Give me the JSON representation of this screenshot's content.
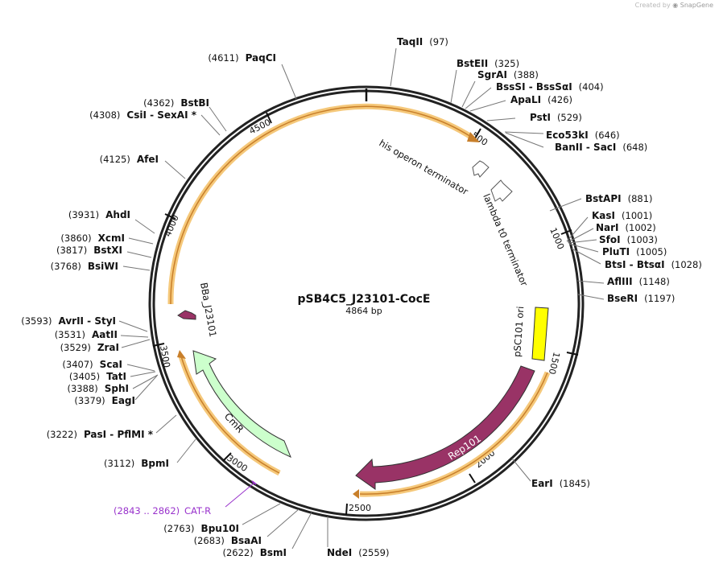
{
  "credit": {
    "prefix": "Created by",
    "brand": "SnapGene"
  },
  "plasmid": {
    "name": "pSB4C5_J23101-CocE",
    "length_label": "4864 bp",
    "length": 4864
  },
  "ticks": [
    "500",
    "1000",
    "1500",
    "2000",
    "2500",
    "3000",
    "3500",
    "4000",
    "4500"
  ],
  "features": [
    {
      "id": "his-operon-terminator",
      "label": "his operon terminator",
      "color": "#ffffff"
    },
    {
      "id": "lambda-t0-terminator",
      "label": "lambda t0 terminator",
      "color": "#ffffff"
    },
    {
      "id": "psc101-ori",
      "label": "pSC101 ori",
      "color": "#ffff00"
    },
    {
      "id": "rep101",
      "label": "Rep101",
      "color": "#993366"
    },
    {
      "id": "cmr",
      "label": "CmR",
      "color": "#ccffcc"
    },
    {
      "id": "bba-j23101",
      "label": "BBa_J23101",
      "color": "#993366"
    }
  ],
  "primer": {
    "name": "CAT-R",
    "pos": "(2843 .. 2862)",
    "color": "#9933cc"
  },
  "sites": [
    {
      "name": "TaqII",
      "pos": "(97)"
    },
    {
      "name": "BstEII",
      "pos": "(325)"
    },
    {
      "name": "SgrAI",
      "pos": "(388)"
    },
    {
      "name": "BssSI - BssSαI",
      "pos": "(404)"
    },
    {
      "name": "ApaLI",
      "pos": "(426)"
    },
    {
      "name": "PstI",
      "pos": "(529)"
    },
    {
      "name": "Eco53kI",
      "pos": "(646)"
    },
    {
      "name": "BanII - SacI",
      "pos": "(648)"
    },
    {
      "name": "BstAPI",
      "pos": "(881)"
    },
    {
      "name": "KasI",
      "pos": "(1001)"
    },
    {
      "name": "NarI",
      "pos": "(1002)"
    },
    {
      "name": "SfoI",
      "pos": "(1003)"
    },
    {
      "name": "PluTI",
      "pos": "(1005)"
    },
    {
      "name": "BtsI - BtsαI",
      "pos": "(1028)"
    },
    {
      "name": "AflIII",
      "pos": "(1148)"
    },
    {
      "name": "BseRI",
      "pos": "(1197)"
    },
    {
      "name": "EarI",
      "pos": "(1845)"
    },
    {
      "name": "NdeI",
      "pos": "(2559)"
    },
    {
      "name": "BsmI",
      "pos": "(2622)"
    },
    {
      "name": "BsaAI",
      "pos": "(2683)"
    },
    {
      "name": "Bpu10I",
      "pos": "(2763)"
    },
    {
      "name": "BpmI",
      "pos": "(3112)"
    },
    {
      "name": "PasI - PflMI *",
      "pos": "(3222)"
    },
    {
      "name": "EagI",
      "pos": "(3379)"
    },
    {
      "name": "SphI",
      "pos": "(3388)"
    },
    {
      "name": "TatI",
      "pos": "(3405)"
    },
    {
      "name": "ScaI",
      "pos": "(3407)"
    },
    {
      "name": "ZraI",
      "pos": "(3529)"
    },
    {
      "name": "AatII",
      "pos": "(3531)"
    },
    {
      "name": "AvrII - StyI",
      "pos": "(3593)"
    },
    {
      "name": "BsiWI",
      "pos": "(3768)"
    },
    {
      "name": "BstXI",
      "pos": "(3817)"
    },
    {
      "name": "XcmI",
      "pos": "(3860)"
    },
    {
      "name": "AhdI",
      "pos": "(3931)"
    },
    {
      "name": "AfeI",
      "pos": "(4125)"
    },
    {
      "name": "CsiI - SexAI *",
      "pos": "(4308)"
    },
    {
      "name": "BstBI",
      "pos": "(4362)"
    },
    {
      "name": "PaqCI",
      "pos": "(4611)"
    }
  ]
}
